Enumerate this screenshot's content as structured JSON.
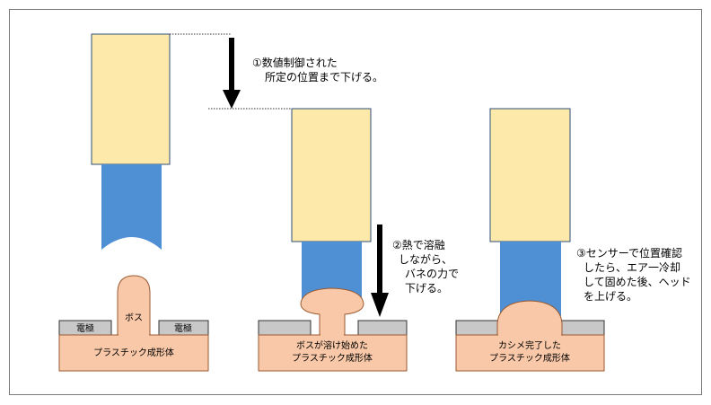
{
  "colors": {
    "head_yellow": "#fde9a9",
    "head_border": "#2e4d7b",
    "tip_blue": "#4f8fd4",
    "plastic_salmon": "#f8c8a8",
    "plastic_border": "#9a5a30",
    "electrode_gray": "#c8c8c8",
    "frame_gray": "#7a7a7a"
  },
  "stages": [
    {
      "electrode_left": "電極",
      "electrode_right": "電極",
      "boss_label": "ボス",
      "body_label": "プラスチック成形体"
    },
    {
      "body_label_line1": "ボスが溶け始めた",
      "body_label_line2": "プラスチック成形体"
    },
    {
      "body_label_line1": "カシメ完了した",
      "body_label_line2": "プラスチック成形体"
    }
  ],
  "steps": [
    {
      "lines": [
        "①数値制御された",
        "所定の位置まで下げる。"
      ]
    },
    {
      "lines": [
        "②熱で溶融",
        "しながら、",
        "バネの力で",
        "下げる。"
      ]
    },
    {
      "lines": [
        "③センサーで位置確認",
        "したら、エア一冷却",
        "して固めた後、ヘッド",
        "を上げる。"
      ]
    }
  ]
}
